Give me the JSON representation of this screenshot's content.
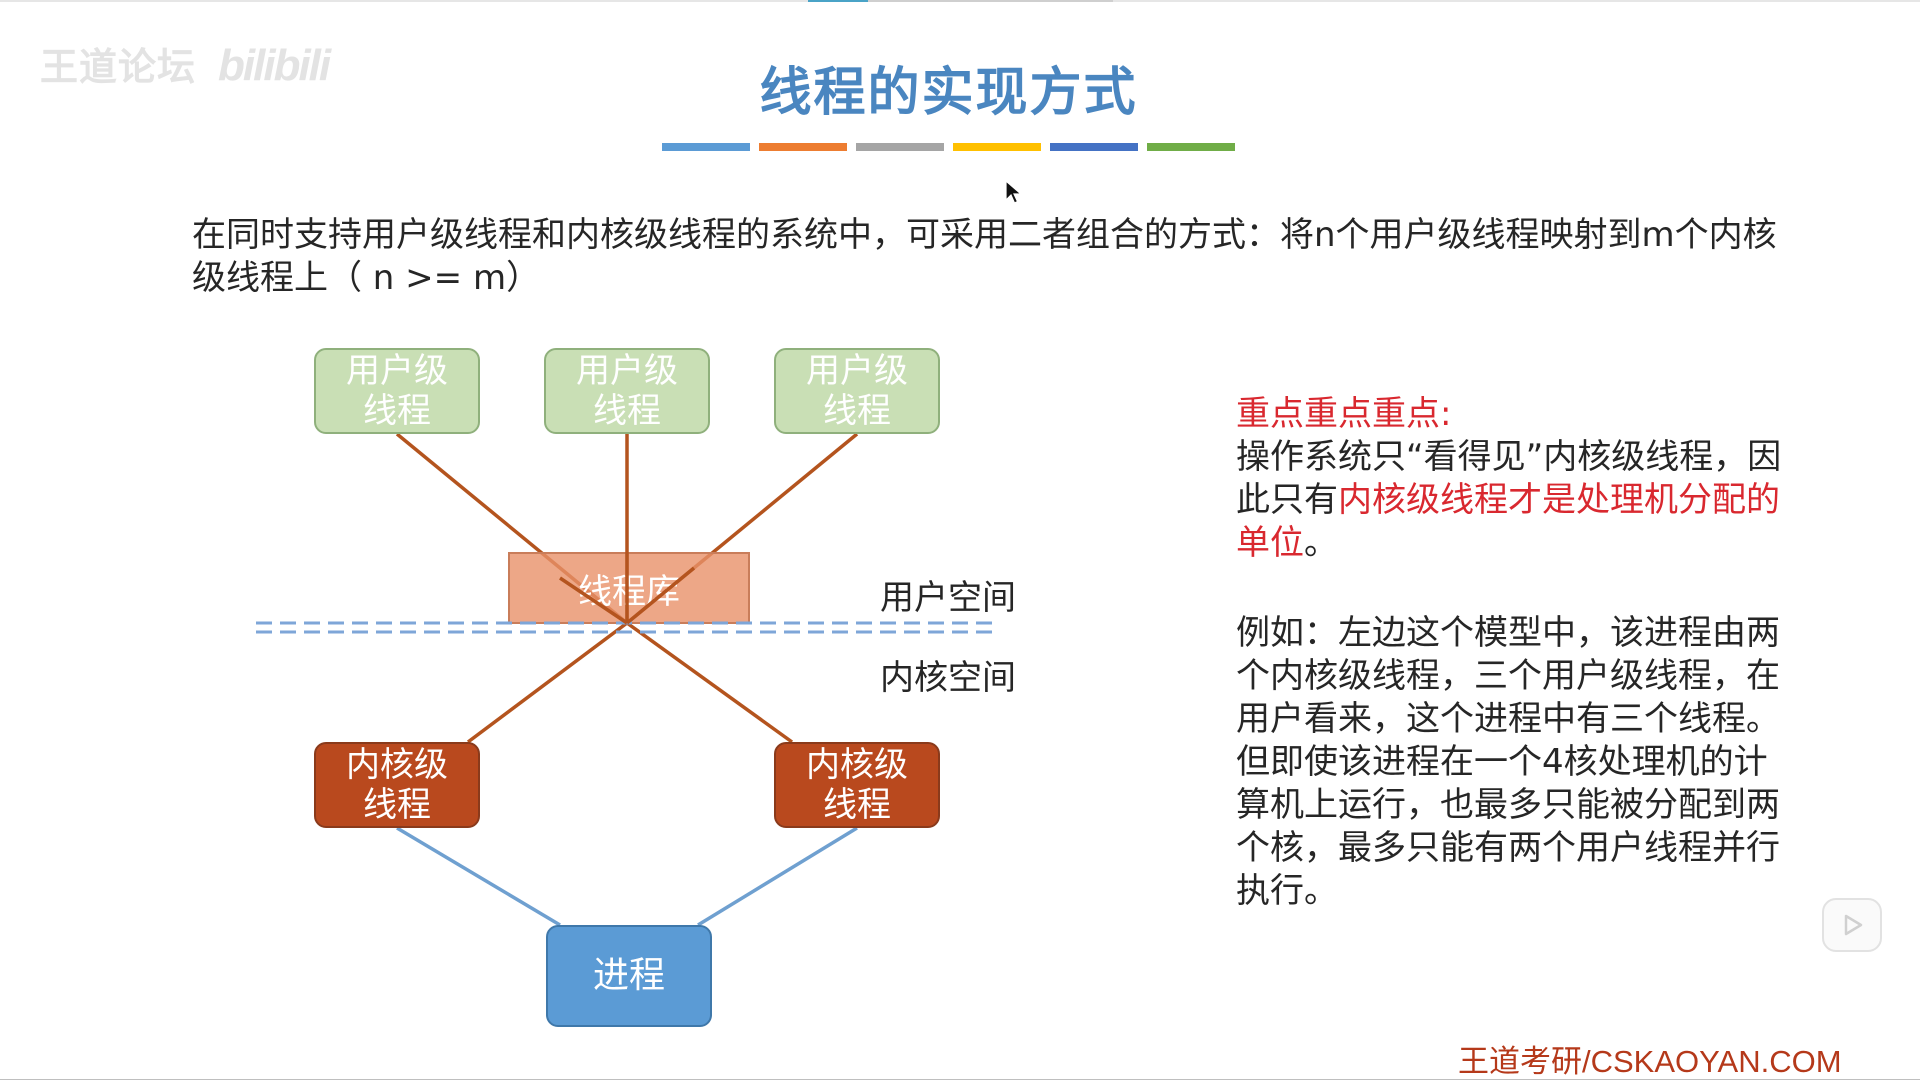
{
  "watermark": {
    "text": "王道论坛",
    "bili": "bilibili"
  },
  "title": "线程的实现方式",
  "color_bars": [
    "#5b9bd5",
    "#ed7d31",
    "#a5a5a5",
    "#ffc000",
    "#4472c4",
    "#70ad47"
  ],
  "intro": "在同时支持用户级线程和内核级线程的系统中，可采用二者组合的方式：将n个用户级线程映射到m个内核级线程上（ n >= m）",
  "diagram": {
    "user_threads": [
      "用户级\n线程",
      "用户级\n线程",
      "用户级\n线程"
    ],
    "library": "线程库",
    "kernel_threads": [
      "内核级\n线程",
      "内核级\n线程"
    ],
    "process": "进程",
    "user_space": "用户空间",
    "kernel_space": "内核空间",
    "colors": {
      "user_thread_fill": "#c9dfb5",
      "kernel_thread_fill": "#b9491e",
      "library_fill": "#e89169",
      "process_fill": "#5b9bd5",
      "mapping_line": "#b4541e",
      "process_line": "#6fa0d0",
      "boundary_line": "#7ea6d8"
    }
  },
  "note1": {
    "heading": "重点重点重点:",
    "text_before": "操作系统只“看得见”内核级线程，因此只有",
    "highlight": "内核级线程才是处理机分配的单位",
    "text_after": "。"
  },
  "note2": "例如：左边这个模型中，该进程由两个内核级线程，三个用户级线程，在用户看来，这个进程中有三个线程。但即使该进程在一个4核处理机的计算机上运行，也最多只能被分配到两个核，最多只能有两个用户线程并行执行。",
  "footer": "王道考研/CSKAOYAN.COM",
  "icons": {
    "cursor": "cursor-arrow-icon",
    "play": "play-icon"
  }
}
